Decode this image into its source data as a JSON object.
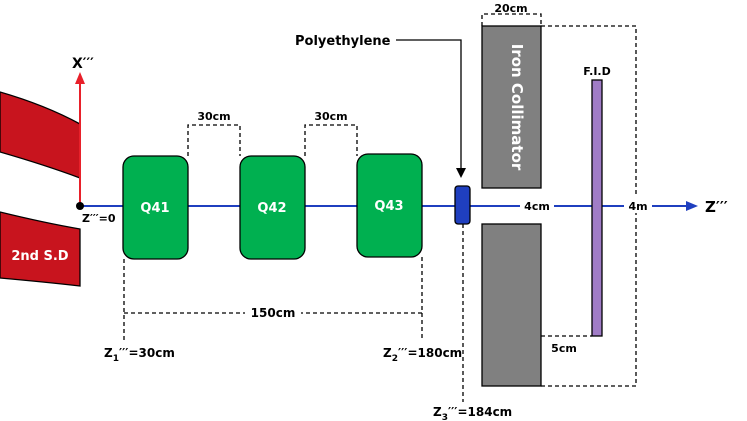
{
  "axes": {
    "x_label": "X′′′",
    "z_label": "Z′′′",
    "origin_label": "Z′′′=0"
  },
  "dipole": {
    "label": "2nd S.D"
  },
  "quadrupoles": [
    "Q41",
    "Q42",
    "Q43"
  ],
  "gaps": {
    "q41_q42": "30cm",
    "q42_q43": "30cm",
    "span": "150cm"
  },
  "positions": {
    "z1_prefix": "Z",
    "z1_sub": "1",
    "z1_suffix": "′′′=30cm",
    "z2_prefix": "Z",
    "z2_sub": "2",
    "z2_suffix": "′′′=180cm",
    "z3_prefix": "Z",
    "z3_sub": "3",
    "z3_suffix": "′′′=184cm"
  },
  "polyethylene": {
    "label": "Polyethylene"
  },
  "collimator": {
    "label": "Iron Collimator",
    "width_label": "20cm",
    "gap_label": "4cm",
    "offset_label": "5cm"
  },
  "detector": {
    "label": "F.I.D",
    "distance_label": "4m"
  },
  "colors": {
    "beam": "#1f3fbf",
    "axis_x": "#e8202a",
    "dipole": "#c8141e",
    "quad": "#00b050",
    "collimator": "#808080",
    "detector": "#a07cc6",
    "polyethylene": "#1f3fbf"
  }
}
